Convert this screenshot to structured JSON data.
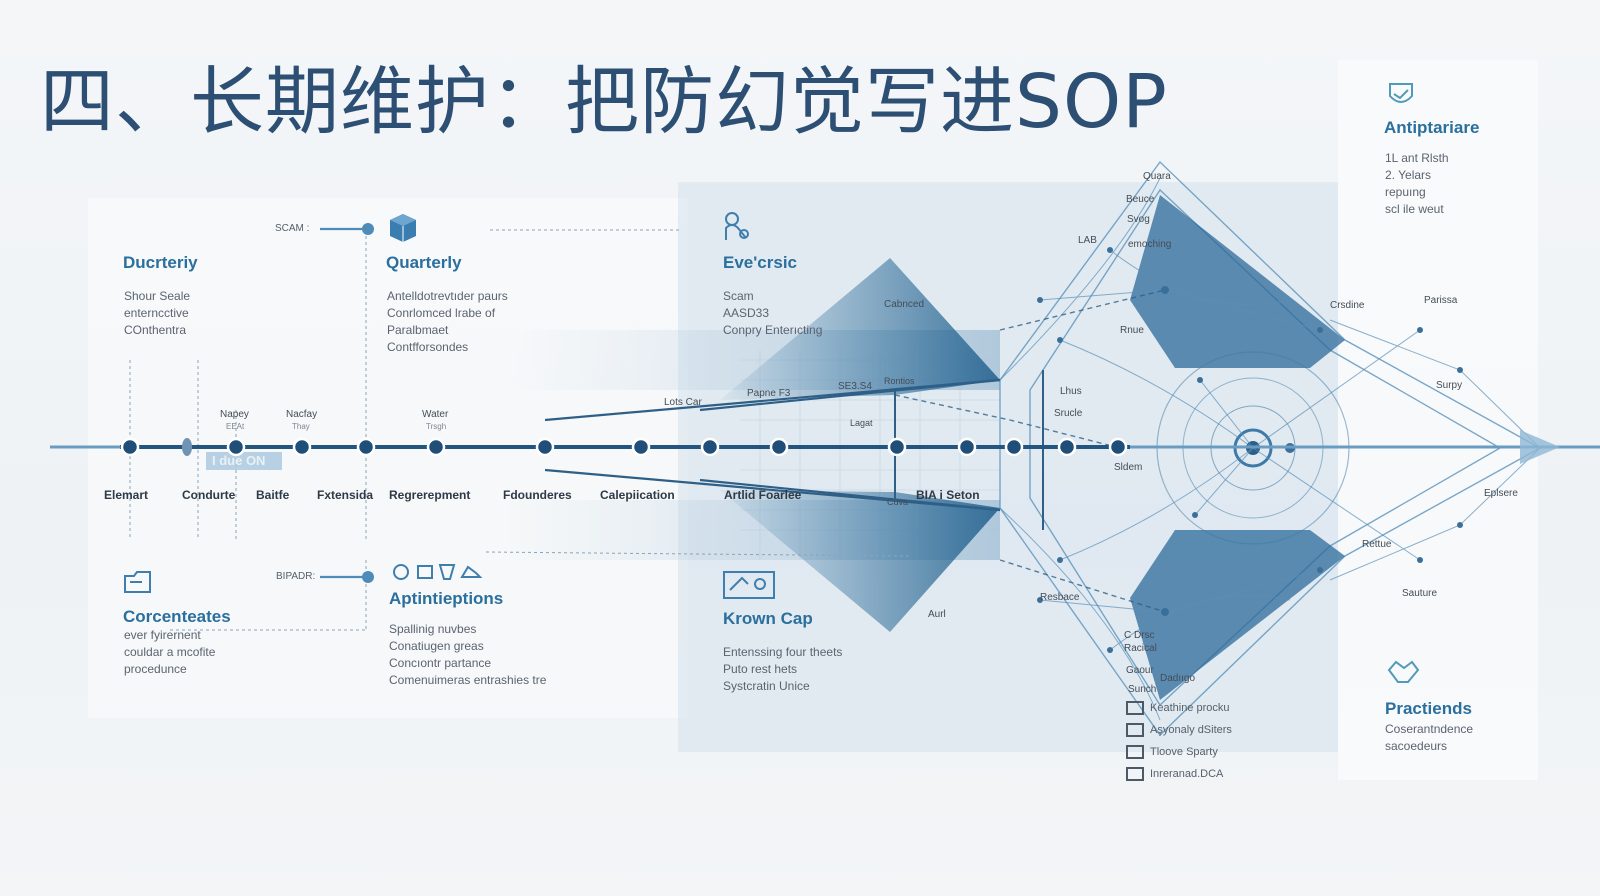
{
  "title": "四、长期维护：把防幻觉写进SOP",
  "sections": [
    {
      "id": "ducrterly",
      "title": "Ducrteriy",
      "lines": [
        "Shour Seale",
        "enterncctive",
        "COnthentra"
      ]
    },
    {
      "id": "quarterly",
      "title": "Quarterly",
      "lines": [
        "Antelldotrevtıder paurs",
        "Conrlomced lrabe of",
        "Paralbmaet",
        "Contfforsondes"
      ]
    },
    {
      "id": "everscic",
      "title": "Eve'crsic",
      "lines": [
        "Scam",
        "AASD33",
        "Conpry Enterıcting"
      ]
    },
    {
      "id": "antiptariare",
      "title": "Antiptariare",
      "lines": [
        "1L ant Rlsth",
        "2. Yelars",
        "repuıng",
        "scl ile weut"
      ]
    },
    {
      "id": "corcenteates",
      "title": "Corcenteates",
      "lines": [
        "ever fyirernent",
        "couldar a mcofite",
        "procedunce"
      ]
    },
    {
      "id": "aptintieptions",
      "title": "Aptintieptions",
      "lines": [
        "Spallinig nuvbes",
        "Conatiugen greas",
        "Concıontr partance",
        "Comenuimeras entrashies tre"
      ]
    },
    {
      "id": "krown-cap",
      "title": "Krown Cap",
      "lines": [
        "Entenssing four theets",
        "Puto rest hets",
        "Systcratin Unice"
      ]
    },
    {
      "id": "practiends",
      "title": "Practiends",
      "lines": [
        "Coserantndence",
        "sacoedeurs"
      ]
    }
  ],
  "callouts": {
    "scam": "SCAM :",
    "bipadr": "BIPADR:"
  },
  "timeline": {
    "labels": [
      "Elemart",
      "Condurte",
      "Baitfe",
      "Fxtensida",
      "Regrerepment",
      "Fdounderes",
      "Calepiication",
      "Artlid Foarlee",
      "BIA i Seton",
      "Eplsere"
    ],
    "top_labels": [
      {
        "a": "Napey",
        "b": "EEAt"
      },
      {
        "a": "Nacfay",
        "b": "Thay"
      },
      {
        "a": "Water",
        "b": "Trsgh"
      }
    ],
    "badge": "I due ON",
    "mid_labels": [
      "Lots Car",
      "Papne F3",
      "SE3.S4",
      "Rontios",
      "Lagat",
      "Cuva"
    ]
  },
  "diagram_labels": [
    "Quara",
    "Beuce",
    "Svog",
    "LAB",
    "emoching",
    "Cabnced",
    "Crsdine",
    "Parissa",
    "Surpy",
    "Rnue",
    "Lhus",
    "Srucle",
    "Sldem",
    "Rettue",
    "Sauture",
    "Aurl",
    "Resbace",
    "C Drsc",
    "Racical",
    "Gaour",
    "Sunch",
    "Dadııgo"
  ],
  "legend_items": [
    "Keathine procku",
    "Aşyonaly dSiters",
    "Tloove Sparty",
    "Inreranad.DCA"
  ],
  "colors": {
    "title": "#2d4f73",
    "accent": "#2a6f9d",
    "line": "#33658f",
    "dark": "#1f4e79"
  }
}
